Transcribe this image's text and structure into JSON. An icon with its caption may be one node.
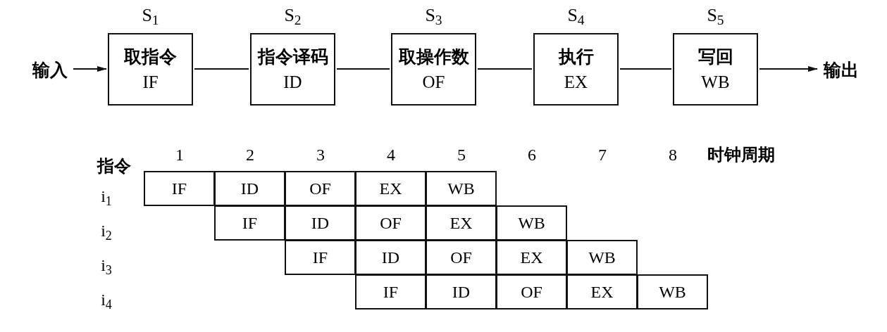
{
  "diagram": {
    "nodes": [
      {
        "text": [
          "输入"
        ]
      },
      {
        "text": [
          "取指令",
          "IF"
        ],
        "beside": [
          "S$_{1}$"
        ]
      },
      {
        "text": [
          "指令译码",
          "ID"
        ],
        "beside": [
          "S$_{2}$"
        ]
      },
      {
        "text": [
          "取操作数",
          "OF"
        ],
        "beside": [
          "S$_{3}$"
        ]
      },
      {
        "text": [
          "执行",
          "EX"
        ],
        "beside": [
          "S$_{4}$"
        ]
      },
      {
        "text": [
          "写回",
          "WB"
        ],
        "beside": [
          "S$_{5}$"
        ]
      },
      {
        "text": [
          "输出"
        ]
      }
    ],
    "edges": [
      {
        "from": 0,
        "to": 1,
        "arrow": "to"
      },
      {
        "from": 1,
        "to": 2,
        "arrow": "none"
      },
      {
        "from": 2,
        "to": 3,
        "arrow": "none"
      },
      {
        "from": 3,
        "to": 4,
        "arrow": "none"
      },
      {
        "from": 4,
        "to": 5,
        "arrow": "none"
      },
      {
        "from": 5,
        "to": 6,
        "arrow": "to"
      }
    ],
    "labels": [
      "指令",
      "1",
      "2",
      "3",
      "4",
      "5",
      "6",
      "7",
      "8",
      "时钟周期",
      "i$_{1}$",
      "IF",
      "ID",
      "OF",
      "EX",
      "WB",
      "i$_{2}$",
      "IF",
      "ID",
      "OF",
      "EX",
      "WB",
      "i$_{3}$",
      "IF",
      "ID",
      "OF",
      "EX",
      "WB",
      "i$_{4}$",
      "IF",
      "ID",
      "OF",
      "EX",
      "WB"
    ]
  }
}
